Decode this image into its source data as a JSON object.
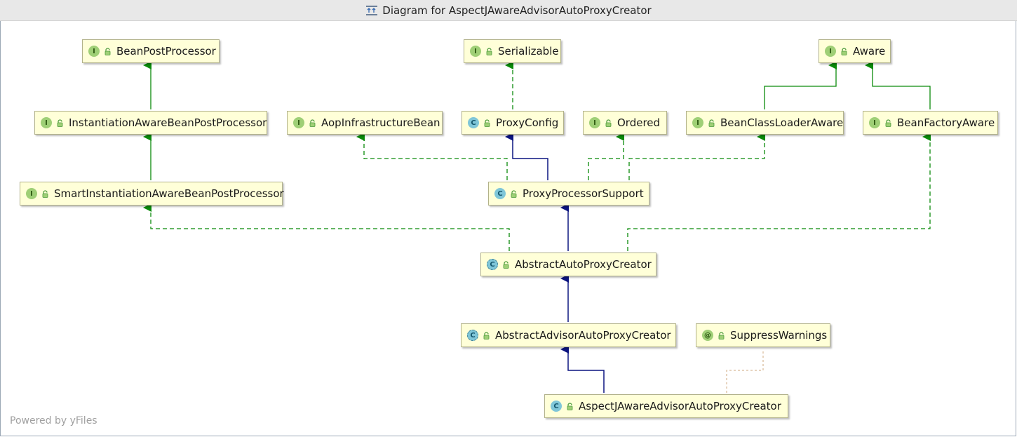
{
  "window": {
    "title": "Diagram for AspectJAwareAdvisorAutoProxyCreator"
  },
  "footer": "Powered by yFiles",
  "colors": {
    "inherit": "#0a8a0a",
    "extends": "#0c1580",
    "annotation": "#cfa87f",
    "node_bg": "#ffffd8"
  },
  "nodes": {
    "bpp": {
      "label": "BeanPostProcessor",
      "kind": "interface",
      "badge": "I"
    },
    "ser": {
      "label": "Serializable",
      "kind": "interface",
      "badge": "I"
    },
    "aware": {
      "label": "Aware",
      "kind": "interface",
      "badge": "I"
    },
    "iabpp": {
      "label": "InstantiationAwareBeanPostProcessor",
      "kind": "interface",
      "badge": "I"
    },
    "aib": {
      "label": "AopInfrastructureBean",
      "kind": "interface",
      "badge": "I"
    },
    "pc": {
      "label": "ProxyConfig",
      "kind": "class",
      "badge": "C"
    },
    "ord": {
      "label": "Ordered",
      "kind": "interface",
      "badge": "I"
    },
    "bcla": {
      "label": "BeanClassLoaderAware",
      "kind": "interface",
      "badge": "I"
    },
    "bfa": {
      "label": "BeanFactoryAware",
      "kind": "interface",
      "badge": "I"
    },
    "siabpp": {
      "label": "SmartInstantiationAwareBeanPostProcessor",
      "kind": "interface",
      "badge": "I"
    },
    "pps": {
      "label": "ProxyProcessorSupport",
      "kind": "class",
      "badge": "C"
    },
    "aapc": {
      "label": "AbstractAutoProxyCreator",
      "kind": "abstract-class",
      "badge": "C"
    },
    "aaapc": {
      "label": "AbstractAdvisorAutoProxyCreator",
      "kind": "abstract-class",
      "badge": "C"
    },
    "sw": {
      "label": "SuppressWarnings",
      "kind": "annotation",
      "badge": "@"
    },
    "ajaapc": {
      "label": "AspectJAwareAdvisorAutoProxyCreator",
      "kind": "class",
      "badge": "C"
    }
  },
  "edges": [
    {
      "from": "iabpp",
      "to": "bpp",
      "type": "inherit"
    },
    {
      "from": "siabpp",
      "to": "iabpp",
      "type": "inherit"
    },
    {
      "from": "pc",
      "to": "ser",
      "type": "implements"
    },
    {
      "from": "bcla",
      "to": "aware",
      "type": "inherit"
    },
    {
      "from": "bfa",
      "to": "aware",
      "type": "inherit"
    },
    {
      "from": "pps",
      "to": "pc",
      "type": "extends"
    },
    {
      "from": "pps",
      "to": "aib",
      "type": "implements"
    },
    {
      "from": "pps",
      "to": "ord",
      "type": "implements"
    },
    {
      "from": "pps",
      "to": "bcla",
      "type": "implements"
    },
    {
      "from": "aapc",
      "to": "pps",
      "type": "extends"
    },
    {
      "from": "aapc",
      "to": "siabpp",
      "type": "implements"
    },
    {
      "from": "aapc",
      "to": "bfa",
      "type": "implements"
    },
    {
      "from": "aaapc",
      "to": "aapc",
      "type": "extends"
    },
    {
      "from": "ajaapc",
      "to": "aaapc",
      "type": "extends"
    },
    {
      "from": "ajaapc",
      "to": "sw",
      "type": "annotation"
    }
  ]
}
